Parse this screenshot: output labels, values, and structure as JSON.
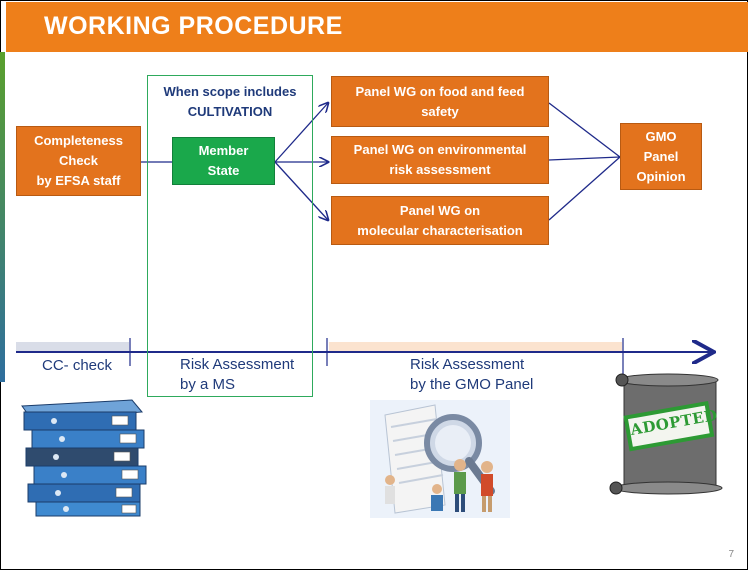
{
  "header": {
    "title": "WORKING PROCEDURE"
  },
  "boxes": {
    "completeness": "Completeness\nCheck\nby EFSA staff",
    "scope_label": "When scope includes\nCULTIVATION",
    "member_state": "Member\nState",
    "panel_food": "Panel WG on food and feed\nsafety",
    "panel_env": "Panel WG on environmental\nrisk assessment",
    "panel_mol": "Panel WG on\nmolecular characterisation",
    "gmo_opinion": "GMO\nPanel\nOpinion"
  },
  "timeline": {
    "cc_check": "CC- check",
    "ra_ms": "Risk Assessment\nby a MS",
    "ra_panel": "Risk Assessment\nby the GMO Panel"
  },
  "stamp": {
    "text": "ADOPTED"
  },
  "page_number": "7",
  "colors": {
    "header": "#ee7f1a",
    "box": "#e3731d",
    "member_state": "#1aa84b",
    "scope_border": "#2eaa5c",
    "arrows": "#1f2a8a",
    "text_blue": "#1f3a7a"
  }
}
